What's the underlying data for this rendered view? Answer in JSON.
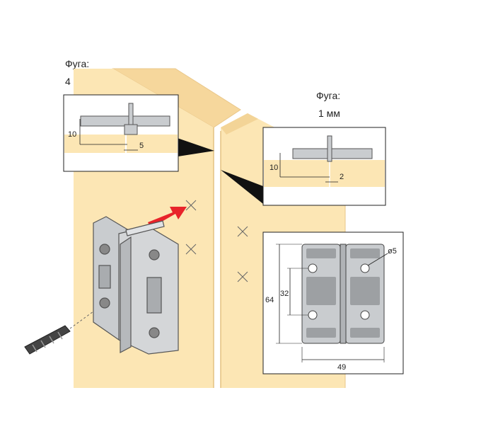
{
  "labels": {
    "left_gap_title": "Фуга:",
    "left_gap_value": "4 мм",
    "right_gap_title": "Фуга:",
    "right_gap_value": "1 мм"
  },
  "inset_left": {
    "dim_height": "10",
    "dim_gap": "5"
  },
  "inset_right": {
    "dim_height": "10",
    "dim_gap": "2"
  },
  "drawing": {
    "dim_total_height": "64",
    "dim_hole_spacing": "32",
    "dim_hole_diameter": "ø5",
    "dim_width": "49"
  },
  "colors": {
    "wood": "#fce6b4",
    "wood_edge": "#f3d497",
    "plastic": "#c9cccf",
    "arrow": "#e8232a",
    "line": "#222222"
  }
}
